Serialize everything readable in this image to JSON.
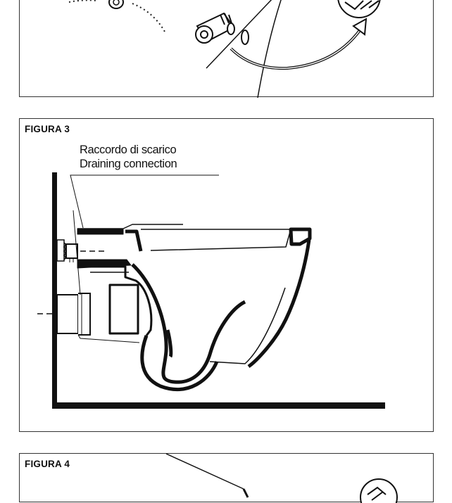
{
  "figure3": {
    "label": "FIGURA 3",
    "callout_it": "Raccordo di scarico",
    "callout_en": "Draining connection"
  },
  "figure4": {
    "label": "FIGURA 4"
  }
}
